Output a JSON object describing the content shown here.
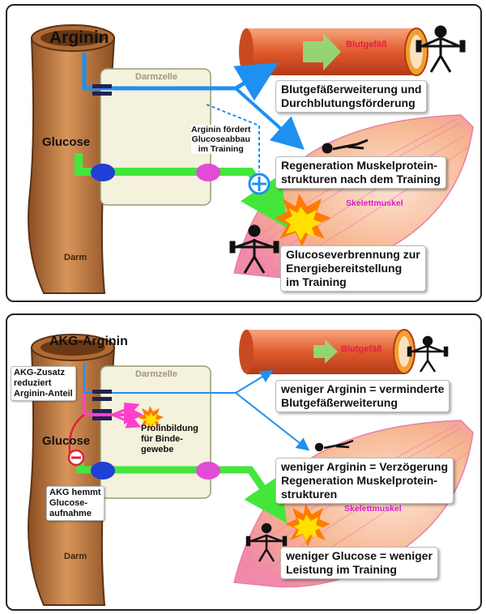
{
  "top": {
    "arginin": "Arginin",
    "glucose": "Glucose",
    "darmzelle": "Darmzelle",
    "darm": "Darm",
    "blutgefaess": "Blutgefäß",
    "skelettmuskel": "Skelettmuskel",
    "arginin_note": "Arginin fördert\nGlucoseabbau\nim Training",
    "callout_vessel": "Blutgefäßerweiterung und\nDurchblutungsförderung",
    "callout_regen": "Regeneration Muskelprotein-\nstrukturen nach dem Training",
    "callout_glucose": "Glucoseverbrennung zur\nEnergiebereitstellung\nim Training"
  },
  "bottom": {
    "akg_arginin": "AKG-Arginin",
    "glucose": "Glucose",
    "darmzelle": "Darmzelle",
    "darm": "Darm",
    "blutgefaess": "Blutgefäß",
    "skelettmuskel": "Skelettmuskel",
    "akg_zusatz": "AKG-Zusatz\nreduziert\nArginin-Anteil",
    "akg_hemmt": "AKG hemmt\nGlucose-\naufnahme",
    "prolin": "Prolinbildung\nfür Binde-\ngewebe",
    "callout_vessel": "weniger Arginin = verminderte\nBlutgefäßerweiterung",
    "callout_regen": "weniger Arginin = Verzögerung\nRegeneration Muskelprotein-\nstrukturen",
    "callout_glucose": "weniger Glucose = weniger\nLeistung im Training"
  },
  "colors": {
    "arginine_blue": "#1e90f0",
    "glucose_green": "#44e63c",
    "akg_magenta": "#ff3fd0",
    "inhibit_red": "#e0213a",
    "intestine_brown": "#c98a4e",
    "cell_fill": "#f4f1dc"
  },
  "icons": [
    "weightlifter-icon",
    "lying-person-icon",
    "explosion-icon",
    "plus-circle-icon",
    "minus-circle-icon",
    "channel-icon"
  ]
}
